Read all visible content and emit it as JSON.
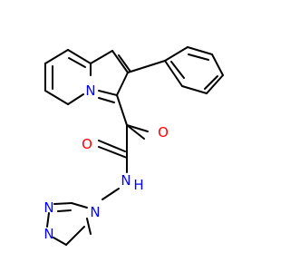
{
  "molecule": {
    "atoms": {
      "n_indolizine": {
        "symbol": "N",
        "color": "#0000ff"
      },
      "o_ketone": {
        "symbol": "O",
        "color": "#ff0000"
      },
      "o_amide": {
        "symbol": "O",
        "color": "#ff0000"
      },
      "n_amide": {
        "symbol": "N",
        "color": "#0000ff"
      },
      "h_amide": {
        "symbol": "H",
        "color": "#0000ff"
      },
      "n_triazole_1": {
        "symbol": "N",
        "color": "#0000ff"
      },
      "n_triazole_2": {
        "symbol": "N",
        "color": "#0000ff"
      },
      "n_triazole_4": {
        "symbol": "N",
        "color": "#0000ff"
      }
    }
  }
}
